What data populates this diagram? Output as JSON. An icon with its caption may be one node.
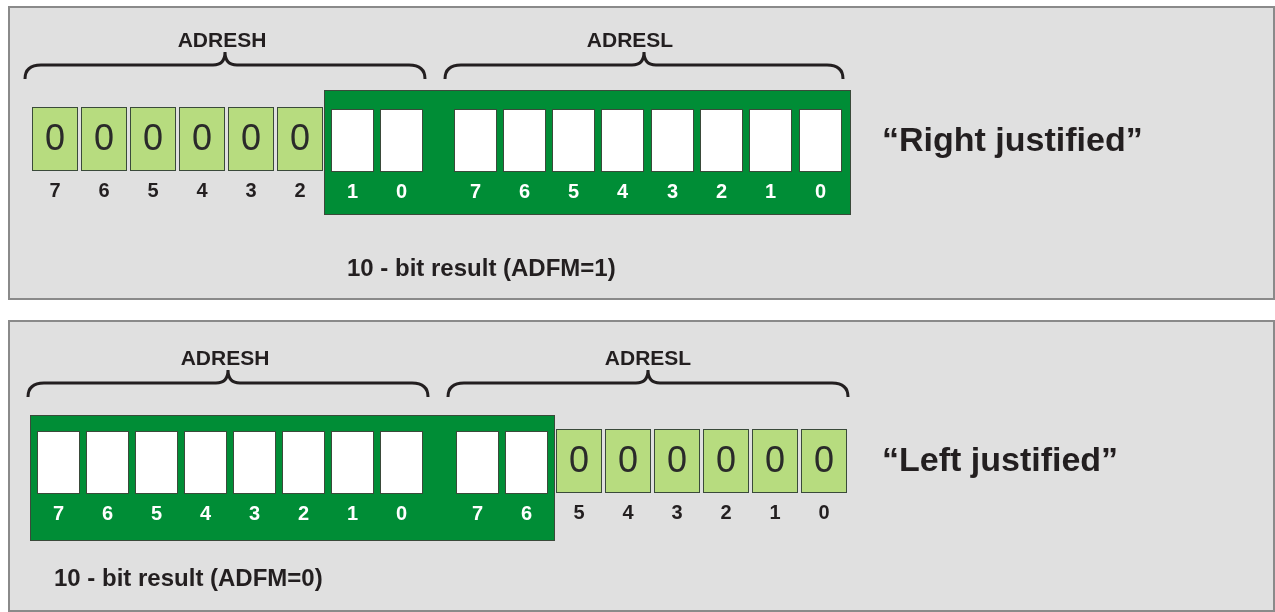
{
  "diagram": {
    "nodes": [
      {
        "text": [
          "“Right justified”",
          "10 - bit result (ADFM=1)"
        ]
      },
      {
        "text": [
          "0"
        ],
        "in": 0,
        "beside": [
          "7"
        ]
      },
      {
        "text": [
          "0"
        ],
        "in": 0,
        "beside": [
          "6"
        ]
      },
      {
        "text": [
          "0"
        ],
        "in": 0,
        "beside": [
          "5"
        ]
      },
      {
        "text": [
          "0"
        ],
        "in": 0,
        "beside": [
          "4"
        ]
      },
      {
        "text": [
          "0"
        ],
        "in": 0,
        "beside": [
          "3"
        ]
      },
      {
        "text": [
          "0"
        ],
        "in": 0,
        "beside": [
          "2"
        ]
      },
      {
        "text": [],
        "shape": "bar",
        "in": 0
      },
      {
        "text": [],
        "shape": "box",
        "in": 7,
        "beside": [
          "1"
        ]
      },
      {
        "text": [],
        "shape": "box",
        "in": 7,
        "beside": [
          "0"
        ]
      },
      {
        "text": [],
        "shape": "box",
        "in": 7,
        "beside": [
          "7"
        ]
      },
      {
        "text": [],
        "shape": "box",
        "in": 7,
        "beside": [
          "6"
        ]
      },
      {
        "text": [],
        "shape": "box",
        "in": 7,
        "beside": [
          "5"
        ]
      },
      {
        "text": [],
        "shape": "box",
        "in": 7,
        "beside": [
          "4"
        ]
      },
      {
        "text": [],
        "shape": "box",
        "in": 7,
        "beside": [
          "3"
        ]
      },
      {
        "text": [],
        "shape": "box",
        "in": 7,
        "beside": [
          "2"
        ]
      },
      {
        "text": [],
        "shape": "box",
        "in": 7,
        "beside": [
          "1"
        ]
      },
      {
        "text": [],
        "shape": "box",
        "in": 7,
        "beside": [
          "0"
        ]
      },
      {
        "text": [
          "“Left justified”",
          "10 - bit result (ADFM=0)"
        ]
      },
      {
        "text": [],
        "shape": "bar",
        "in": 18
      },
      {
        "text": [],
        "shape": "box",
        "in": 19,
        "beside": [
          "7"
        ]
      },
      {
        "text": [],
        "shape": "box",
        "in": 19,
        "beside": [
          "6"
        ]
      },
      {
        "text": [],
        "shape": "box",
        "in": 19,
        "beside": [
          "5"
        ]
      },
      {
        "text": [],
        "shape": "box",
        "in": 19,
        "beside": [
          "4"
        ]
      },
      {
        "text": [],
        "shape": "box",
        "in": 19,
        "beside": [
          "3"
        ]
      },
      {
        "text": [],
        "shape": "box",
        "in": 19,
        "beside": [
          "2"
        ]
      },
      {
        "text": [],
        "shape": "box",
        "in": 19,
        "beside": [
          "1"
        ]
      },
      {
        "text": [],
        "shape": "box",
        "in": 19,
        "beside": [
          "0"
        ]
      },
      {
        "text": [],
        "shape": "box",
        "in": 19,
        "beside": [
          "7"
        ]
      },
      {
        "text": [],
        "shape": "box",
        "in": 19,
        "beside": [
          "6"
        ]
      },
      {
        "text": [
          "0"
        ],
        "in": 18,
        "beside": [
          "5"
        ]
      },
      {
        "text": [
          "0"
        ],
        "in": 18,
        "beside": [
          "4"
        ]
      },
      {
        "text": [
          "0"
        ],
        "in": 18,
        "beside": [
          "3"
        ]
      },
      {
        "text": [
          "0"
        ],
        "in": 18,
        "beside": [
          "2"
        ]
      },
      {
        "text": [
          "0"
        ],
        "in": 18,
        "beside": [
          "1"
        ]
      },
      {
        "text": [
          "0"
        ],
        "in": 18,
        "beside": [
          "0"
        ]
      }
    ],
    "edges": [],
    "labels": [
      "ADRESH",
      "ADRESL",
      "ADRESH",
      "ADRESL"
    ]
  }
}
